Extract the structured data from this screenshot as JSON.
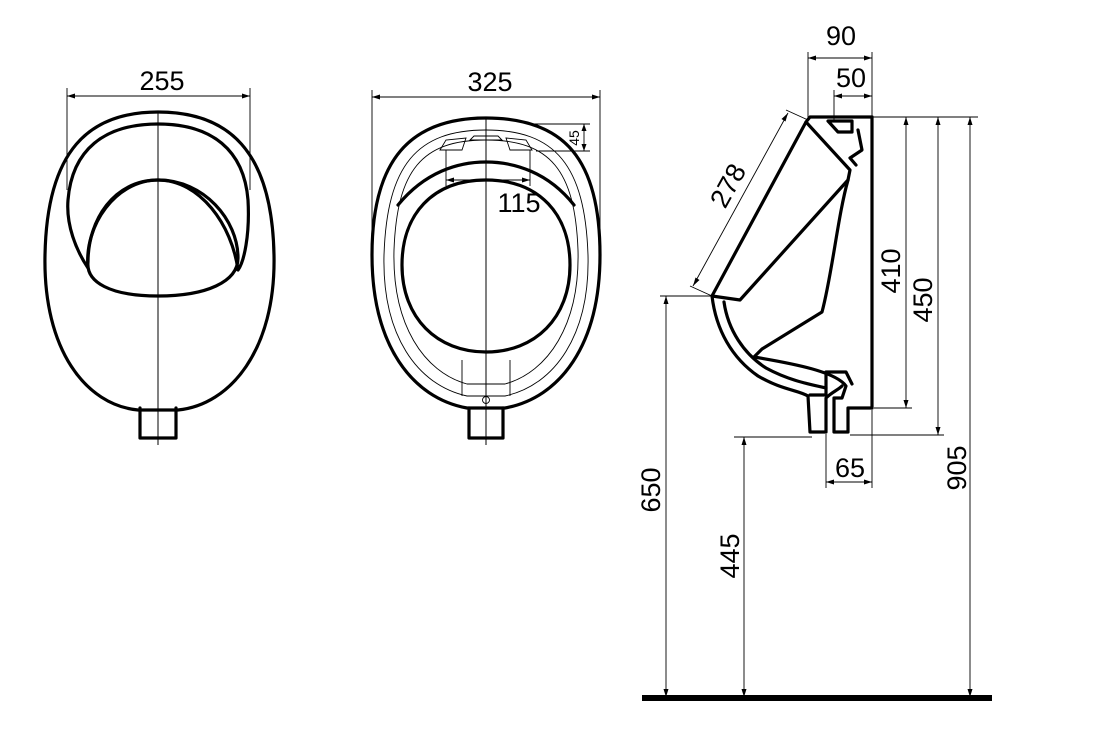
{
  "dimensions": {
    "front_width": "255",
    "top_width": "325",
    "top_outlet_height": "45",
    "top_inner_width": "115",
    "side_top_width": "90",
    "side_inlet_width": "50",
    "side_diagonal": "278",
    "side_height_410": "410",
    "side_height_450": "450",
    "side_total_height": "905",
    "side_outlet_width": "65",
    "rim_height": "650",
    "outlet_height": "445"
  },
  "colors": {
    "line": "#000000",
    "background": "#ffffff"
  }
}
